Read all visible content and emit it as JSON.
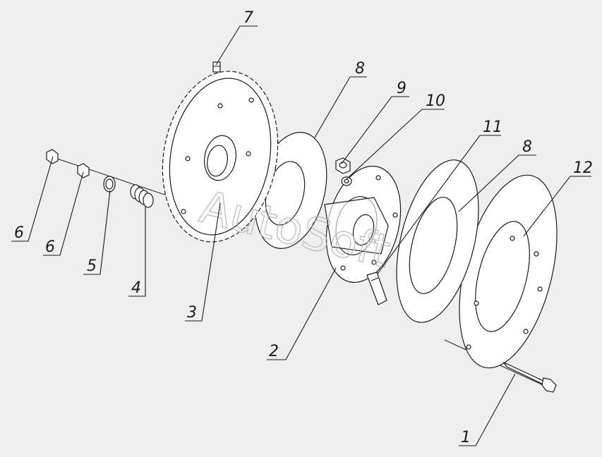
{
  "watermark": "AutoSoft",
  "callouts": [
    {
      "id": "c1",
      "label": "1"
    },
    {
      "id": "c2",
      "label": "2"
    },
    {
      "id": "c3",
      "label": "3"
    },
    {
      "id": "c4",
      "label": "4"
    },
    {
      "id": "c5",
      "label": "5"
    },
    {
      "id": "c6a",
      "label": "6"
    },
    {
      "id": "c6b",
      "label": "6"
    },
    {
      "id": "c7",
      "label": "7"
    },
    {
      "id": "c8a",
      "label": "8"
    },
    {
      "id": "c8b",
      "label": "8"
    },
    {
      "id": "c9",
      "label": "9"
    },
    {
      "id": "c10",
      "label": "10"
    },
    {
      "id": "c11",
      "label": "11"
    },
    {
      "id": "c12",
      "label": "12"
    }
  ],
  "colors": {
    "background": "#efefef",
    "line": "#1a1a1a",
    "watermark": "#b8b8b8"
  }
}
